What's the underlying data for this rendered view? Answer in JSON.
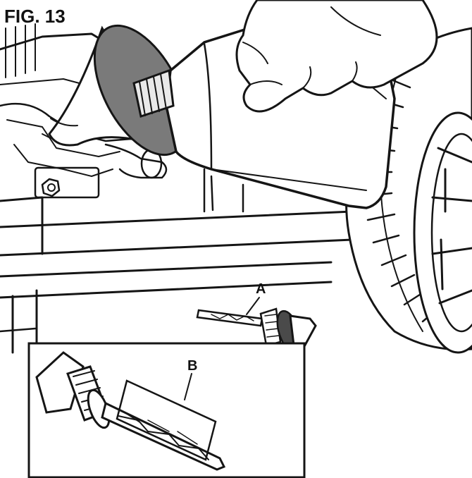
{
  "figure": {
    "title": "FIG. 13",
    "callouts": {
      "a": "A",
      "b": "B"
    }
  }
}
